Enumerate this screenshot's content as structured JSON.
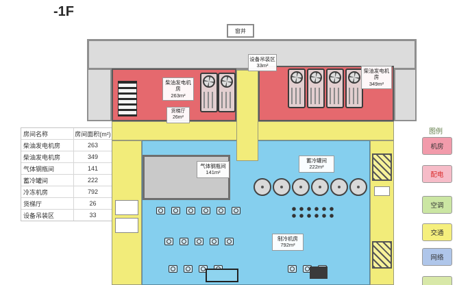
{
  "title": "-1F",
  "window_well_label": "窗井",
  "table": {
    "headers": [
      "房间名称",
      "房间面积(m²)"
    ],
    "rows": [
      [
        "柴油发电机房",
        "263"
      ],
      [
        "柴油发电机房",
        "349"
      ],
      [
        "气体钢瓶间",
        "141"
      ],
      [
        "蓄冷罐间",
        "222"
      ],
      [
        "冷冻机房",
        "792"
      ],
      [
        "货梯厅",
        "26"
      ],
      [
        "设备吊装区",
        "33"
      ]
    ]
  },
  "plan_labels": {
    "diesel_263": {
      "name": "柴油发电机房",
      "area": "263m²"
    },
    "diesel_349": {
      "name": "柴油发电机房",
      "area": "349m²"
    },
    "hoist": {
      "name": "设备吊装区",
      "area": "33m²"
    },
    "freight": {
      "name": "货梯厅",
      "area": "26m²"
    },
    "gas": {
      "name": "气体钢瓶间",
      "area": "141m²"
    },
    "tank_room": {
      "name": "蓄冷罐间",
      "area": "222m²"
    },
    "chiller": {
      "name": "制冷机房",
      "area": "792m²"
    }
  },
  "legend": {
    "title": "图例",
    "items": [
      {
        "label": "机房",
        "color": "#F29BAB",
        "text_color": "#333333"
      },
      {
        "label": "配电",
        "color": "#F6BCC8",
        "text_color": "#D92B2B"
      },
      {
        "label": "空调",
        "color": "#CBE6A3",
        "text_color": "#333333"
      },
      {
        "label": "交通",
        "color": "#F5EF7D",
        "text_color": "#333333"
      },
      {
        "label": "网络",
        "color": "#AFC6EA",
        "text_color": "#333333"
      },
      {
        "label": "",
        "color": "#D8E8A8",
        "text_color": "#333333"
      }
    ]
  },
  "colors": {
    "room_red": "#E5696E",
    "corridor_yellow": "#F2EC7A",
    "hvac_blue": "#85CFEE",
    "wall_gray": "#DCDCDC"
  }
}
